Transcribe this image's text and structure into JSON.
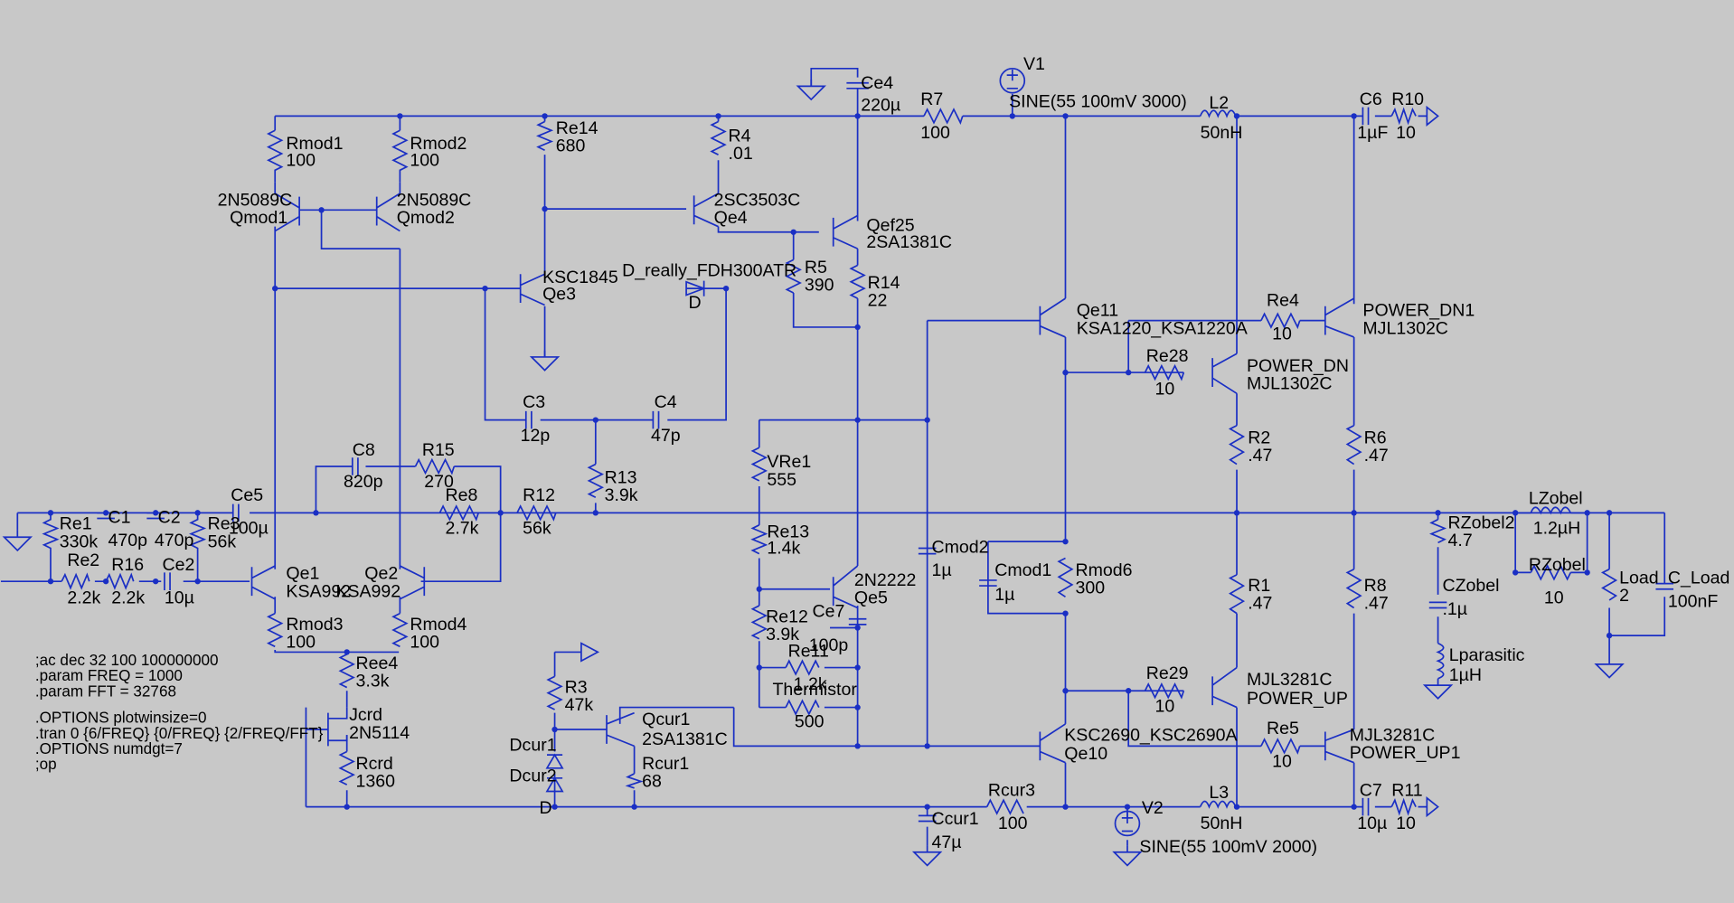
{
  "colors": {
    "background": "#c8c8c8",
    "wire": "#1a2fc4",
    "text": "#000000"
  },
  "labels": {
    "v1_name": "V1",
    "v1_value": "SINE(55 100mV 3000)",
    "v2_name": "V2",
    "v2_value": "SINE(55 100mV 2000)",
    "ce4_name": "Ce4",
    "ce4_value": "220µ",
    "r7_name": "R7",
    "r7_value": "100",
    "l2_name": "L2",
    "l2_value": "50nH",
    "l3_name": "L3",
    "l3_value": "50nH",
    "c6_name": "C6",
    "c6_value": "1µF",
    "r10_name": "R10",
    "r10_value": "10",
    "c7_name": "C7",
    "c7_value": "10µ",
    "r11_name": "R11",
    "r11_value": "10",
    "rmod1_name": "Rmod1",
    "rmod1_value": "100",
    "rmod2_name": "Rmod2",
    "rmod2_value": "100",
    "rmod3_name": "Rmod3",
    "rmod3_value": "100",
    "rmod4_name": "Rmod4",
    "rmod4_value": "100",
    "qmod1_model": "2N5089C",
    "qmod1_name": "Qmod1",
    "qmod2_model": "2N5089C",
    "qmod2_name": "Qmod2",
    "re14_name": "Re14",
    "re14_value": "680",
    "r4_name": "R4",
    "r4_value": ".01",
    "qe4_model": "2SC3503C",
    "qe4_name": "Qe4",
    "qef25_name": "Qef25",
    "qef25_model": "2SA1381C",
    "qe3_model": "KSC1845",
    "qe3_name": "Qe3",
    "d_model": "D_really_FDH300ATR",
    "d_name": "D",
    "r5_name": "R5",
    "r5_value": "390",
    "r14_name": "R14",
    "r14_value": "22",
    "qe11_name": "Qe11",
    "qe11_model": "KSA1220_KSA1220A",
    "re4_name": "Re4",
    "re4_value": "10",
    "pdn1_name": "POWER_DN1",
    "pdn1_model": "MJL1302C",
    "re28_name": "Re28",
    "re28_value": "10",
    "pdn_name": "POWER_DN",
    "pdn_model": "MJL1302C",
    "c3_name": "C3",
    "c3_value": "12p",
    "c4_name": "C4",
    "c4_value": "47p",
    "r2_name": "R2",
    "r2_value": ".47",
    "r6_name": "R6",
    "r6_value": ".47",
    "c8_name": "C8",
    "c8_value": "820p",
    "r15_name": "R15",
    "r15_value": "270",
    "vre1_name": "VRe1",
    "vre1_value": "555",
    "r13_name": "R13",
    "r13_value": "3.9k",
    "ce5_name": "Ce5",
    "ce5_value": "100µ",
    "re8_name": "Re8",
    "re8_value": "2.7k",
    "r12_name": "R12",
    "r12_value": "56k",
    "re1_name": "Re1",
    "re1_value": "330k",
    "c1_name": "C1",
    "c1_value": "470p",
    "c2_name": "C2",
    "c2_value": "470p",
    "re3_name": "Re3",
    "re3_value": "56k",
    "re2_name": "Re2",
    "re2_value": "2.2k",
    "r16_name": "R16",
    "r16_value": "2.2k",
    "ce2_name": "Ce2",
    "ce2_value": "10µ",
    "re13_name": "Re13",
    "re13_value": "1.4k",
    "cmod2_name": "Cmod2",
    "cmod2_value": "1µ",
    "cmod1_name": "Cmod1",
    "cmod1_value": "1µ",
    "rmod6_name": "Rmod6",
    "rmod6_value": "300",
    "qe1_name": "Qe1",
    "qe1_model": "KSA992",
    "qe2_name": "Qe2",
    "qe2_model": "KSA992",
    "qe5_model": "2N2222",
    "qe5_name": "Qe5",
    "re12_name": "Re12",
    "re12_value": "3.9k",
    "ce7_name": "Ce7",
    "ce7_value": "100p",
    "re11_name": "Re11",
    "re11_value": "1.2k",
    "thermistor_name": "Thermistor",
    "thermistor_value": "500",
    "rzobel2_name": "RZobel2",
    "rzobel2_value": "4.7",
    "lzobel_name": "LZobel",
    "lzobel_value": "1.2µH",
    "czobel_name": "CZobel",
    "czobel_value": ".1µ",
    "rzobel_name": "RZobel",
    "rzobel_value": "10",
    "load_name": "Load",
    "load_value": "2",
    "cload_name": "C_Load",
    "cload_value": "100nF",
    "lparasitic_name": "Lparasitic",
    "lparasitic_value": "1µH",
    "r1_name": "R1",
    "r1_value": ".47",
    "r8_name": "R8",
    "r8_value": ".47",
    "ree4_name": "Ree4",
    "ree4_value": "3.3k",
    "r3_name": "R3",
    "r3_value": "47k",
    "qcur1_name": "Qcur1",
    "qcur1_model": "2SA1381C",
    "re29_name": "Re29",
    "re29_value": "10",
    "mjl3281_name": "MJL3281C",
    "pup_name": "POWER_UP",
    "jcrd_name": "Jcrd",
    "jcrd_model": "2N5114",
    "dcur1_name": "Dcur1",
    "dcur2_name": "Dcur2",
    "dcur_model": "D",
    "rcur1_name": "Rcur1",
    "rcur1_value": "68",
    "qe10_name": "KSC2690_KSC2690A",
    "qe10_label": "Qe10",
    "re5_name": "Re5",
    "re5_value": "10",
    "mjl3281_1_name": "MJL3281C",
    "pup1_name": "POWER_UP1",
    "rcrd_name": "Rcrd",
    "rcrd_value": "1360",
    "rcur3_name": "Rcur3",
    "rcur3_value": "100",
    "ccur1_name": "Ccur1",
    "ccur1_value": "47µ"
  },
  "directives": [
    ";ac dec 32 100 100000000",
    ".param FREQ = 1000",
    ".param FFT = 32768",
    ".OPTIONS plotwinsize=0",
    ".tran 0 {6/FREQ} {0/FREQ} {2/FREQ/FFT}",
    ".OPTIONS numdgt=7",
    ";op"
  ]
}
